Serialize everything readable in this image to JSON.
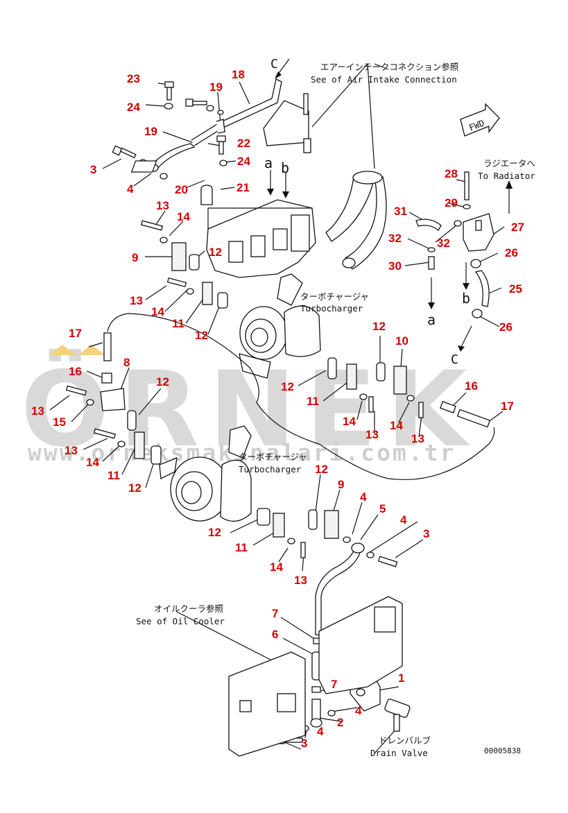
{
  "watermark": {
    "brand": "ÖRNEK",
    "url": "www.orneksmakinalari.com.tr"
  },
  "references": {
    "air_intake_jp": "エアーインテークコネクション参照",
    "air_intake_en": "See of Air Intake Connection",
    "radiator_jp": "ラジエータへ",
    "radiator_en": "To Radiator",
    "turbo_jp": "ターボチャージャ",
    "turbo_en": "Turbocharger",
    "oil_cooler_jp": "オイルクーラ参照",
    "oil_cooler_en": "See of Oil Cooler",
    "drain_jp": "ドレンバルブ",
    "drain_en": "Drain Valve",
    "fwd": "FWD"
  },
  "markers": {
    "c": "C",
    "a": "a",
    "b": "b"
  },
  "drawing_code": "00005838",
  "callouts": [
    {
      "id": "c23",
      "text": "23"
    },
    {
      "id": "c18",
      "text": "18"
    },
    {
      "id": "c19a",
      "text": "19"
    },
    {
      "id": "c24a",
      "text": "24"
    },
    {
      "id": "c19b",
      "text": "19"
    },
    {
      "id": "c22",
      "text": "22"
    },
    {
      "id": "c3a",
      "text": "3"
    },
    {
      "id": "c24b",
      "text": "24"
    },
    {
      "id": "c4a",
      "text": "4"
    },
    {
      "id": "c20",
      "text": "20"
    },
    {
      "id": "c21",
      "text": "21"
    },
    {
      "id": "c13a",
      "text": "13"
    },
    {
      "id": "c14a",
      "text": "14"
    },
    {
      "id": "c9a",
      "text": "9"
    },
    {
      "id": "c12a",
      "text": "12"
    },
    {
      "id": "c13b",
      "text": "13"
    },
    {
      "id": "c14b",
      "text": "14"
    },
    {
      "id": "c11a",
      "text": "11"
    },
    {
      "id": "c12b",
      "text": "12"
    },
    {
      "id": "c17a",
      "text": "17"
    },
    {
      "id": "c16a",
      "text": "16"
    },
    {
      "id": "c8",
      "text": "8"
    },
    {
      "id": "c13c",
      "text": "13"
    },
    {
      "id": "c15",
      "text": "15"
    },
    {
      "id": "c12c",
      "text": "12"
    },
    {
      "id": "c13d",
      "text": "13"
    },
    {
      "id": "c14c",
      "text": "14"
    },
    {
      "id": "c11b",
      "text": "11"
    },
    {
      "id": "c12d",
      "text": "12"
    },
    {
      "id": "c12e",
      "text": "12"
    },
    {
      "id": "c10",
      "text": "10"
    },
    {
      "id": "c12f",
      "text": "12"
    },
    {
      "id": "c11c",
      "text": "11"
    },
    {
      "id": "c14d",
      "text": "14"
    },
    {
      "id": "c13e",
      "text": "13"
    },
    {
      "id": "c14e",
      "text": "14"
    },
    {
      "id": "c13f",
      "text": "13"
    },
    {
      "id": "c16b",
      "text": "16"
    },
    {
      "id": "c17b",
      "text": "17"
    },
    {
      "id": "c12g",
      "text": "12"
    },
    {
      "id": "c9b",
      "text": "9"
    },
    {
      "id": "c4b",
      "text": "4"
    },
    {
      "id": "c5",
      "text": "5"
    },
    {
      "id": "c4c",
      "text": "4"
    },
    {
      "id": "c3b",
      "text": "3"
    },
    {
      "id": "c12h",
      "text": "12"
    },
    {
      "id": "c11d",
      "text": "11"
    },
    {
      "id": "c14f",
      "text": "14"
    },
    {
      "id": "c13g",
      "text": "13"
    },
    {
      "id": "c7a",
      "text": "7"
    },
    {
      "id": "c6",
      "text": "6"
    },
    {
      "id": "c7b",
      "text": "7"
    },
    {
      "id": "c1",
      "text": "1"
    },
    {
      "id": "c4d",
      "text": "4"
    },
    {
      "id": "c2",
      "text": "2"
    },
    {
      "id": "c4e",
      "text": "4"
    },
    {
      "id": "c3c",
      "text": "3"
    },
    {
      "id": "c28",
      "text": "28"
    },
    {
      "id": "c29",
      "text": "29"
    },
    {
      "id": "c27",
      "text": "27"
    },
    {
      "id": "c31",
      "text": "31"
    },
    {
      "id": "c32a",
      "text": "32"
    },
    {
      "id": "c32b",
      "text": "32"
    },
    {
      "id": "c30",
      "text": "30"
    },
    {
      "id": "c26a",
      "text": "26"
    },
    {
      "id": "c25",
      "text": "25"
    },
    {
      "id": "c26b",
      "text": "26"
    }
  ]
}
